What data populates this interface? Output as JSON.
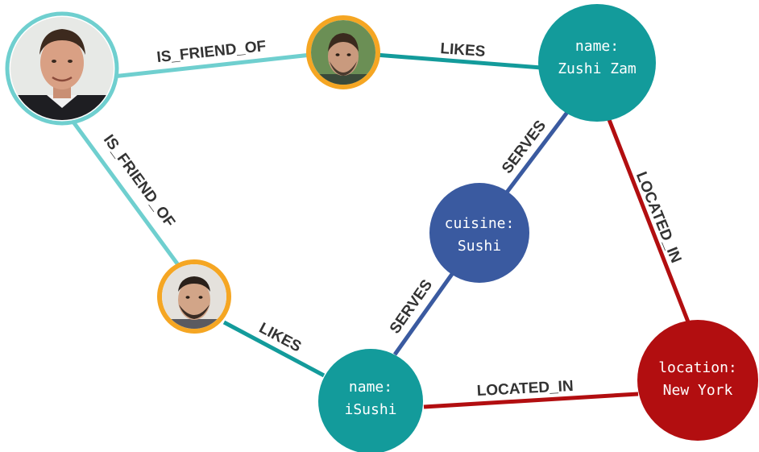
{
  "colors": {
    "friend_edge": "#6fcfcf",
    "likes_edge": "#139b9b",
    "serves_edge": "#3a5aa0",
    "located_edge": "#b20e10",
    "restaurant_node": "#139b9b",
    "cuisine_node": "#3a5aa0",
    "location_node": "#b20e10",
    "person_main_ring": "#6fcfcf",
    "person_ring": "#f5a623"
  },
  "nodes": {
    "zushi": {
      "key": "name:",
      "value": "Zushi Zam"
    },
    "isushi": {
      "key": "name:",
      "value": "iSushi"
    },
    "cuisine": {
      "key": "cuisine:",
      "value": "Sushi"
    },
    "location": {
      "key": "location:",
      "value": "New York"
    }
  },
  "edges": {
    "friend_top": "IS_FRIEND_OF",
    "friend_left": "IS_FRIEND_OF",
    "likes_top": "LIKES",
    "likes_bottom": "LIKES",
    "serves_top": "SERVES",
    "serves_bottom": "SERVES",
    "located_right": "LOCATED_IN",
    "located_bottom": "LOCATED_IN"
  }
}
